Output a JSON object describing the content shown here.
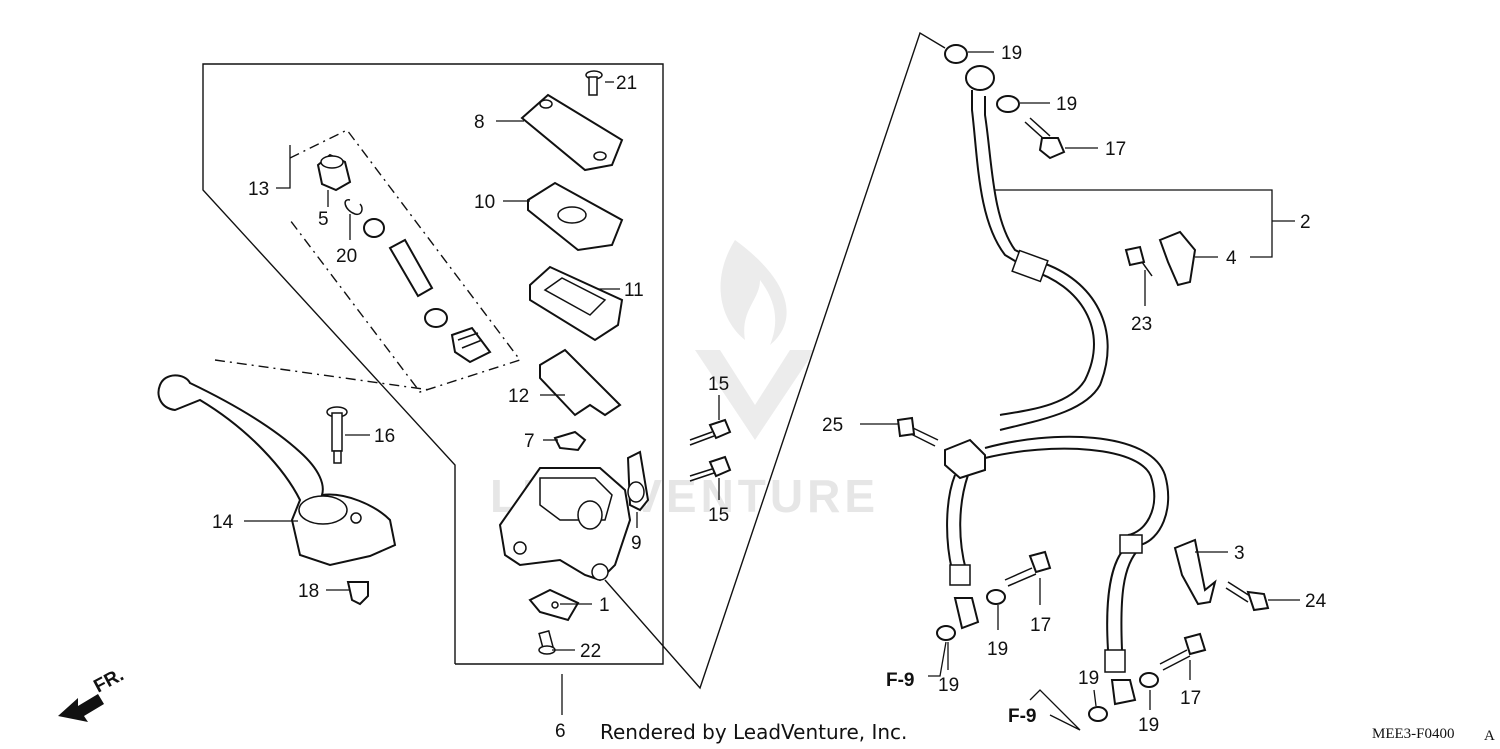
{
  "watermark": "LEADVENTURE",
  "credit": "Rendered by LeadVenture, Inc.",
  "diagram_code": "MEE3-F0400",
  "diagram_code_suffix": "A",
  "direction_label": "FR.",
  "callouts": {
    "p1": "1",
    "p2": "2",
    "p3": "3",
    "p4": "4",
    "p5": "5",
    "p6": "6",
    "p7": "7",
    "p8": "8",
    "p9": "9",
    "p10": "10",
    "p11": "11",
    "p12": "12",
    "p13": "13",
    "p14": "14",
    "p15a": "15",
    "p15b": "15",
    "p16": "16",
    "p17a": "17",
    "p17b": "17",
    "p17c": "17",
    "p18": "18",
    "p19a": "19",
    "p19b": "19",
    "p19c": "19",
    "p19d": "19",
    "p19e": "19",
    "p19f": "19",
    "p20": "20",
    "p21": "21",
    "p22": "22",
    "p23": "23",
    "p24": "24",
    "p25": "25"
  },
  "refs": {
    "f9a": "F-9",
    "f9b": "F-9"
  }
}
